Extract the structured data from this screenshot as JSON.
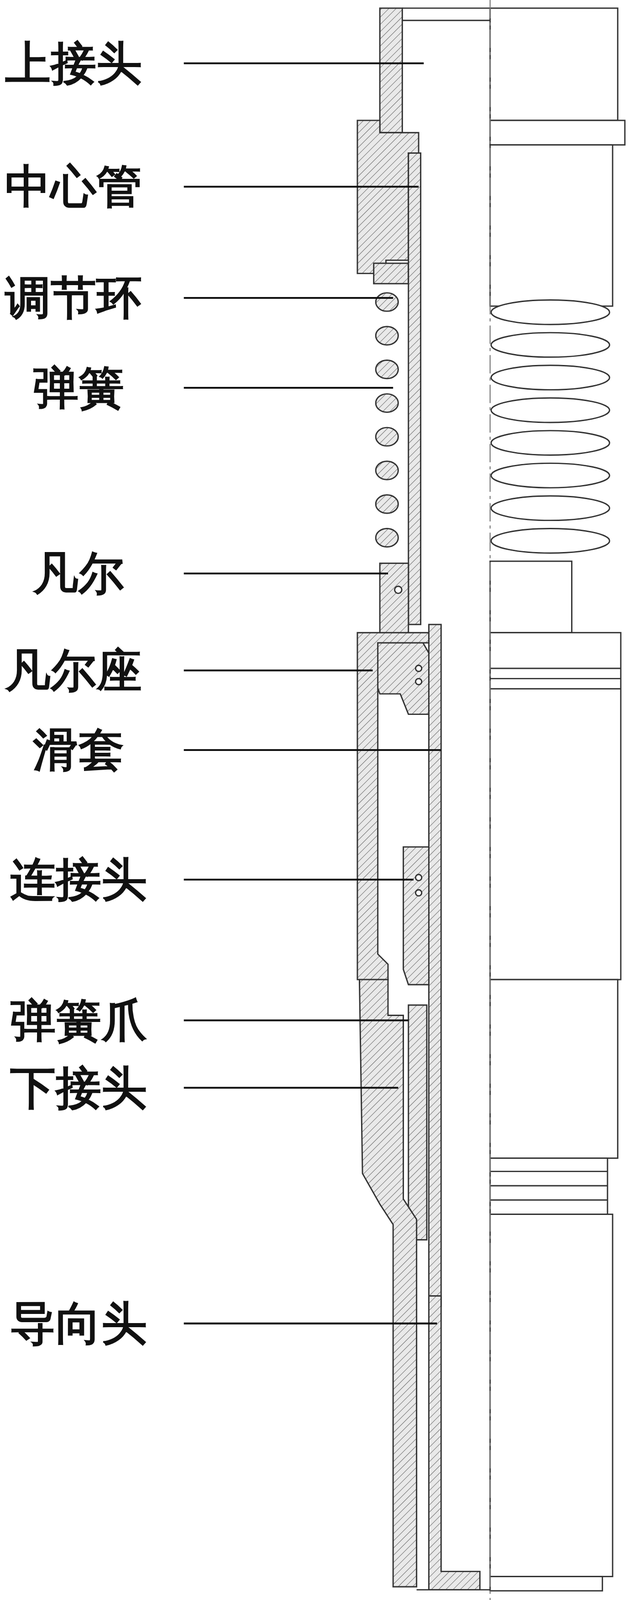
{
  "diagram": {
    "labels": [
      "上接头",
      "中心管",
      "调节环",
      "弹簧",
      "凡尔",
      "凡尔座",
      "滑套",
      "连接头",
      "弹簧爪",
      "下接头",
      "导向头"
    ]
  }
}
